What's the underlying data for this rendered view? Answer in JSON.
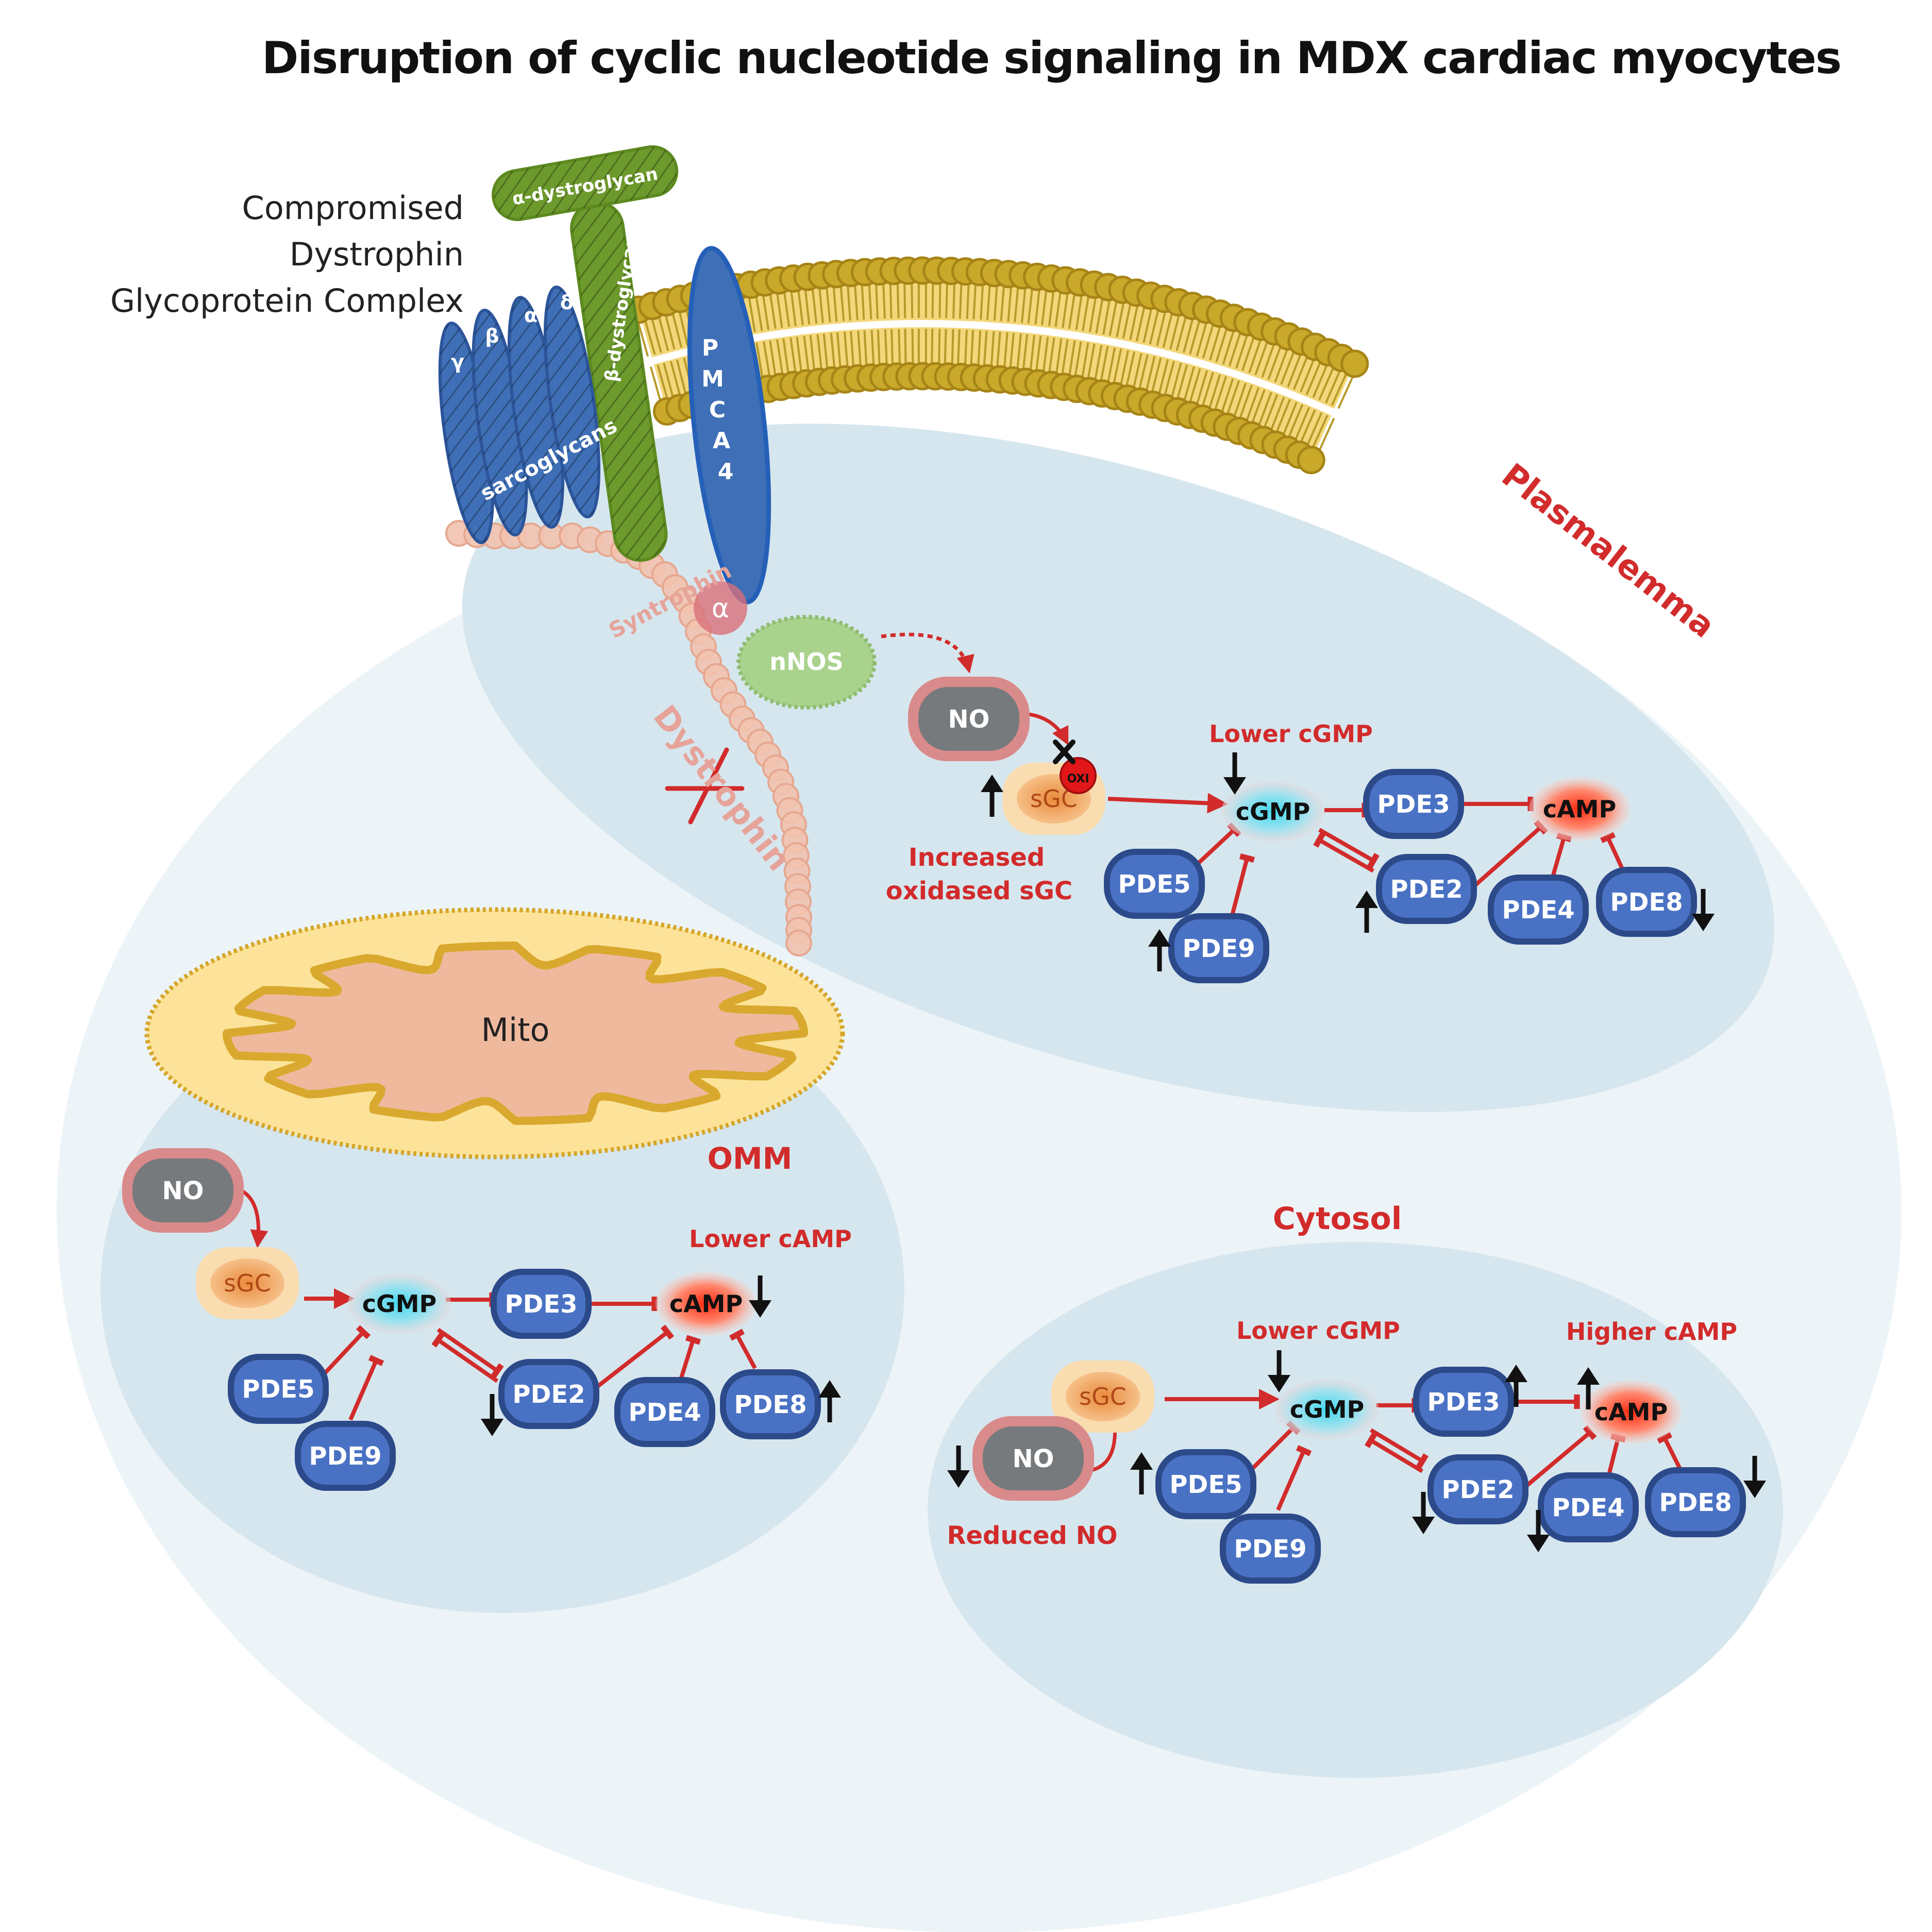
{
  "title": "Disruption of cyclic nucleotide signaling in MDX cardiac myocytes",
  "complex_label": [
    "Compromised",
    "Dystrophin",
    "Glycoprotein Complex"
  ],
  "membrane": {
    "alpha_dystroglycan": "α-dystroglycan",
    "beta_dystroglycan": "β-dystroglycan",
    "sarcoglycans": "sarcoglycans",
    "sarcoglycan_subunits": [
      "γ",
      "β",
      "α",
      "δ"
    ],
    "pmca4_letters": [
      "P",
      "M",
      "C",
      "A",
      "4"
    ],
    "syntrophin": "Syntrophin",
    "syntrophin_alpha": "α",
    "dystrophin": "Dystrophin",
    "nnos": "nNOS",
    "plasmalemma": "Plasmalemma"
  },
  "plasmalemma_domain": {
    "no": "NO",
    "sgc": "sGC",
    "oxi": "OXI",
    "lower_cgmp": "Lower cGMP",
    "cgmp": "cGMP",
    "camp": "cAMP",
    "increased_sgc": [
      "Increased",
      "oxidased sGC"
    ],
    "pde3": "PDE3",
    "pde2": "PDE2",
    "pde4": "PDE4",
    "pde5": "PDE5",
    "pde8": "PDE8",
    "pde9": "PDE9"
  },
  "omm_domain": {
    "mito": "Mito",
    "omm": "OMM",
    "no": "NO",
    "sgc": "sGC",
    "cgmp": "cGMP",
    "camp": "cAMP",
    "lower_camp": "Lower cAMP",
    "pde3": "PDE3",
    "pde2": "PDE2",
    "pde4": "PDE4",
    "pde5": "PDE5",
    "pde8": "PDE8",
    "pde9": "PDE9"
  },
  "cytosol_domain": {
    "cytosol": "Cytosol",
    "sgc": "sGC",
    "no": "NO",
    "reduced_no": "Reduced NO",
    "lower_cgmp": "Lower cGMP",
    "higher_camp": "Higher cAMP",
    "cgmp": "cGMP",
    "camp": "cAMP",
    "pde3": "PDE3",
    "pde2": "PDE2",
    "pde4": "PDE4",
    "pde5": "PDE5",
    "pde8": "PDE8",
    "pde9": "PDE9"
  },
  "colors": {
    "cell": "#edf4f8",
    "domain": "#d6e6ee",
    "red": "#d22b2b",
    "pde_fill": "#4a72c4",
    "pde_border": "#2c4a8a",
    "lipid": "#c9a82a",
    "green": "#6d9a2c",
    "blue_protein": "#3f6fb6"
  }
}
